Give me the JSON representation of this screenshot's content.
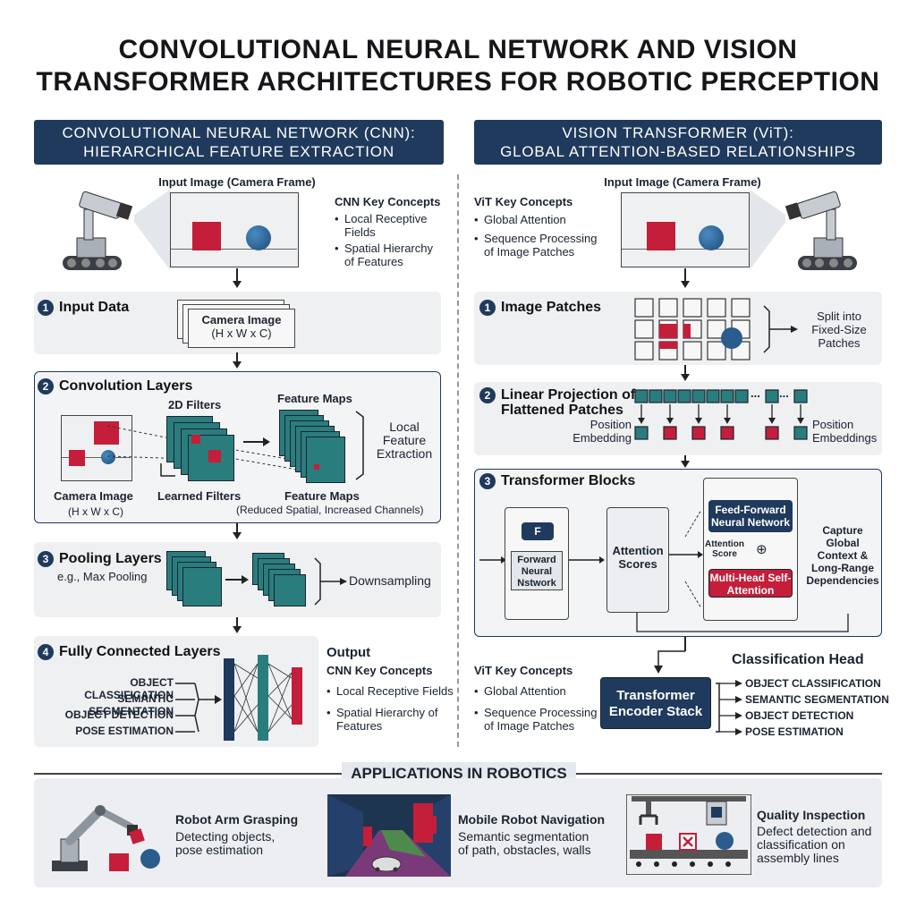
{
  "title": {
    "line1": "CONVOLUTIONAL NEURAL NETWORK AND VISION",
    "line2": "TRANSFORMER ARCHITECTURES FOR ROBOTIC PERCEPTION"
  },
  "cnn": {
    "header_line1": "CONVOLUTIONAL NEURAL NETWORK (CNN):",
    "header_line2": "HIERARCHICAL FEATURE EXTRACTION",
    "input_image_label": "Input Image (Camera Frame)",
    "key_concepts_title": "CNN Key Concepts",
    "key_concepts": [
      "Local Receptive Fields",
      "Spatial Hierarchy of Features"
    ],
    "step1": {
      "num": "1",
      "label": "Input Data",
      "box_line1": "Camera Image",
      "box_line2": "(H x W x C)"
    },
    "step2": {
      "num": "2",
      "label": "Convolution Layers",
      "filters_label": "2D Filters",
      "feature_maps_top": "Feature Maps",
      "local_feature_extraction": "Local Feature Extraction",
      "camera_image": "Camera Image",
      "camera_dims": "(H x W x C)",
      "learned_filters": "Learned Filters",
      "feature_maps_bottom": "Feature Maps",
      "feature_maps_note": "(Reduced Spatial, Increased Channels)"
    },
    "step3": {
      "num": "3",
      "label": "Pooling Layers",
      "example": "e.g., Max Pooling",
      "downsampling": "Downsampling"
    },
    "step4": {
      "num": "4",
      "label": "Fully Connected Layers",
      "tasks": [
        "OBJECT CLASSIFICATION",
        "SEMANTIC SEGMENTATION",
        "OBJECT DETECTION",
        "POSE ESTIMATION"
      ],
      "output": "Output",
      "output_concepts_title": "CNN Key Concepts",
      "output_concepts": [
        "Local Receptive Fields",
        "Spatial Hierarchy of Features"
      ]
    }
  },
  "vit": {
    "header_line1": "VISION TRANSFORMER (ViT):",
    "header_line2": "GLOBAL ATTENTION-BASED RELATIONSHIPS",
    "input_image_label": "Input Image (Camera Frame)",
    "key_concepts_title": "ViT Key Concepts",
    "key_concepts": [
      "Global Attention",
      "Sequence Processing of Image Patches"
    ],
    "step1": {
      "num": "1",
      "label": "Image Patches",
      "split_note": "Split into Fixed-Size Patches"
    },
    "step2": {
      "num": "2",
      "label_line1": "Linear Projection of",
      "label_line2": "Flattened Patches",
      "position_embedding": "Position Embedding",
      "position_embeddings": "Position Embeddings",
      "ellipsis": "..."
    },
    "step3": {
      "num": "3",
      "label": "Transformer Blocks",
      "f_box": "F",
      "forward_neural": "Forward Neural Nstwork",
      "attention_scores": "Attention Scores",
      "feed_forward": "Feed-Forward Neural Network",
      "attention_score_small": "Attention Score",
      "plus": "⊕",
      "multi_head": "Multi-Head Self-Attention",
      "capture": "Capture Global Context & Long-Range Dependencies"
    },
    "bottom": {
      "key_concepts_title": "ViT Key Concepts",
      "key_concepts": [
        "Global Attention",
        "Sequence Processing of Image Patches"
      ],
      "encoder_stack": "Transformer Encoder Stack",
      "classification_head": "Classification Head",
      "tasks": [
        "OBJECT CLASSIFICATION",
        "SEMANTIC SEGMENTATION",
        "OBJECT DETECTION",
        "POSE ESTIMATION"
      ]
    }
  },
  "applications": {
    "title": "APPLICATIONS IN ROBOTICS",
    "items": [
      {
        "title": "Robot Arm Grasping",
        "desc": "Detecting objects, pose estimation"
      },
      {
        "title": "Mobile Robot Navigation",
        "desc": "Semantic segmentation of path, obstacles, walls"
      },
      {
        "title": "Quality Inspection",
        "desc": "Defect detection and classification on assembly lines"
      }
    ]
  },
  "colors": {
    "navy": "#1f3a5c",
    "teal": "#2a7d7d",
    "red": "#c41e3a",
    "panel": "#eef0f2"
  }
}
